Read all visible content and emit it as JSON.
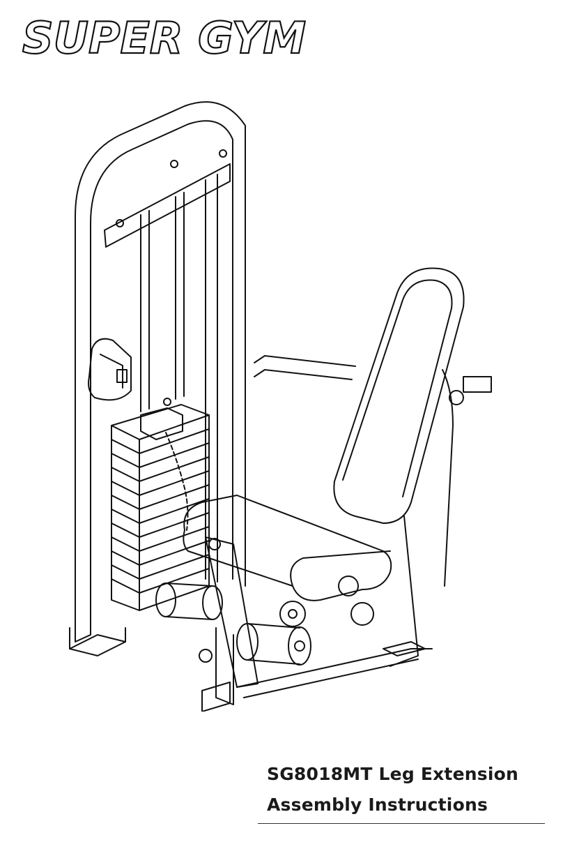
{
  "brand": {
    "logo_text": "SUPER GYM"
  },
  "document": {
    "title_line1": "SG8018MT Leg Extension",
    "title_line2": "Assembly Instructions"
  },
  "illustration": {
    "description_icon": "leg-extension-machine-line-drawing"
  }
}
